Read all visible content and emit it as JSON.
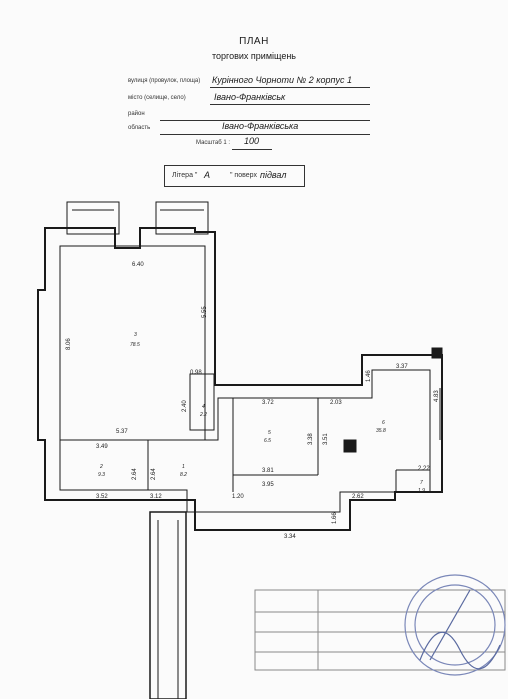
{
  "header": {
    "title": "ПЛАН",
    "subtitle": "торгових приміщень"
  },
  "address": {
    "street_label": "вулиця (провулок, площа)",
    "street_value": "Курінного Чорноти № 2 корпус 1",
    "settlement_label": "місто (селище, село)",
    "settlement_value": "Івано-Франківськ",
    "district_label": "район",
    "region_label": "область",
    "region_value": "Івано-Франківська",
    "scale_label": "Масштаб 1 :",
    "scale_value": "100"
  },
  "legend": {
    "letter_label": "Літера \"",
    "letter_value": "А",
    "floor_label": "\" поверх",
    "floor_value": "підвал"
  },
  "plan": {
    "dims": [
      "6.40",
      "8.06",
      "5.55",
      "0.98",
      "2.40",
      "5.37",
      "3.49",
      "2.64",
      "2.64",
      "3.52",
      "3.12",
      "1.20",
      "3.72",
      "3.38",
      "3.51",
      "3.81",
      "3.95",
      "2.03",
      "3.37",
      "1.46",
      "4.83",
      "2.22",
      "2.62",
      "1.66",
      "3.34"
    ],
    "rooms": [
      {
        "n": "3",
        "a": "78.5"
      },
      {
        "n": "4",
        "a": "2.2"
      },
      {
        "n": "5",
        "a": "6.5"
      },
      {
        "n": "6",
        "a": "35.8"
      },
      {
        "n": "2",
        "a": "9.3"
      },
      {
        "n": "1",
        "a": "8.2"
      },
      {
        "n": "7",
        "a": "1.9"
      }
    ]
  }
}
